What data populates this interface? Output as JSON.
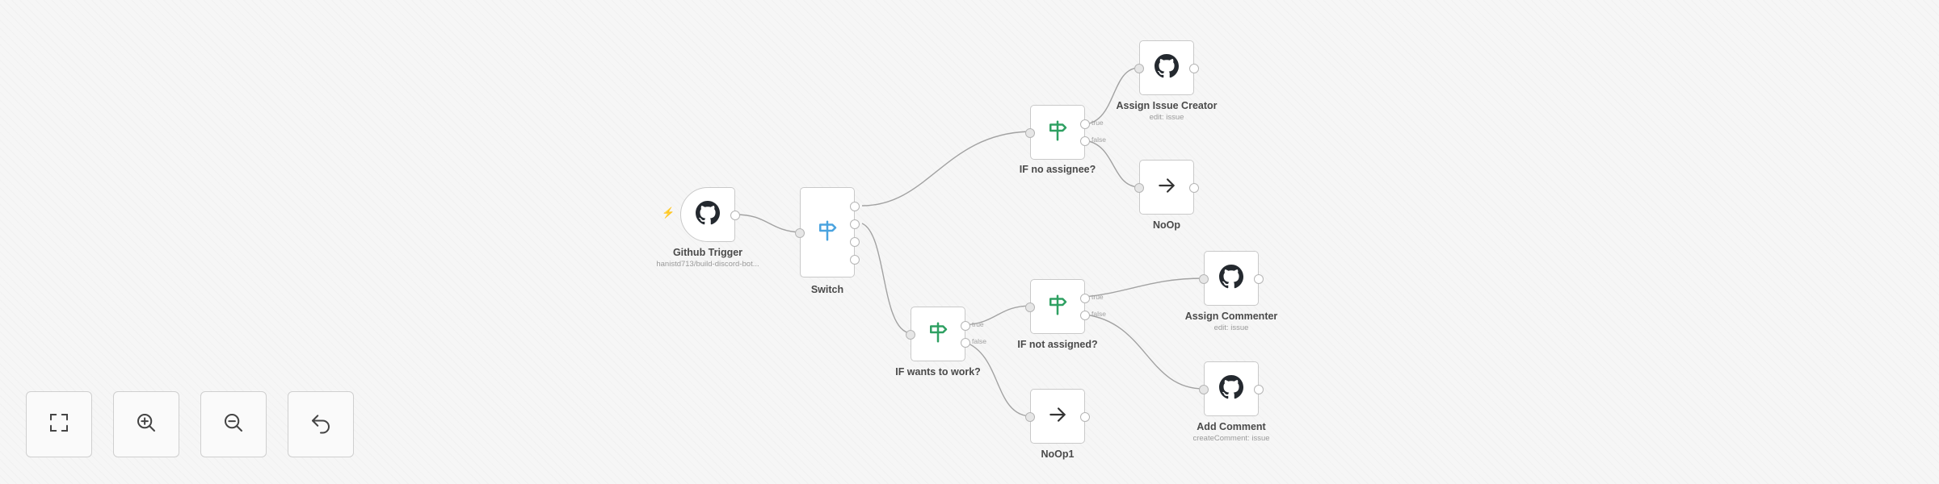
{
  "canvas": {
    "nodes": {
      "github_trigger": {
        "name": "Github Trigger",
        "subtitle": "hanistd713/build-discord-bot..."
      },
      "switch": {
        "name": "Switch"
      },
      "if_wants_to_work": {
        "name": "IF wants to work?",
        "true_label": "true",
        "false_label": "false"
      },
      "if_no_assignee": {
        "name": "IF no assignee?",
        "true_label": "true",
        "false_label": "false"
      },
      "if_not_assigned": {
        "name": "IF not assigned?",
        "true_label": "true",
        "false_label": "false"
      },
      "assign_issue_creator": {
        "name": "Assign Issue Creator",
        "subtitle": "edit: issue"
      },
      "noop": {
        "name": "NoOp"
      },
      "assign_commenter": {
        "name": "Assign Commenter",
        "subtitle": "edit: issue"
      },
      "add_comment": {
        "name": "Add Comment",
        "subtitle": "createComment: issue"
      },
      "noop1": {
        "name": "NoOp1"
      }
    }
  },
  "controls": {
    "fit_view": "fit-view",
    "zoom_in": "zoom-in",
    "zoom_out": "zoom-out",
    "undo": "undo"
  },
  "colors": {
    "if_icon": "#2fa062",
    "switch_icon": "#4aa3df",
    "trigger_bolt": "#ff6d5a",
    "edge": "#a2a2a2"
  }
}
